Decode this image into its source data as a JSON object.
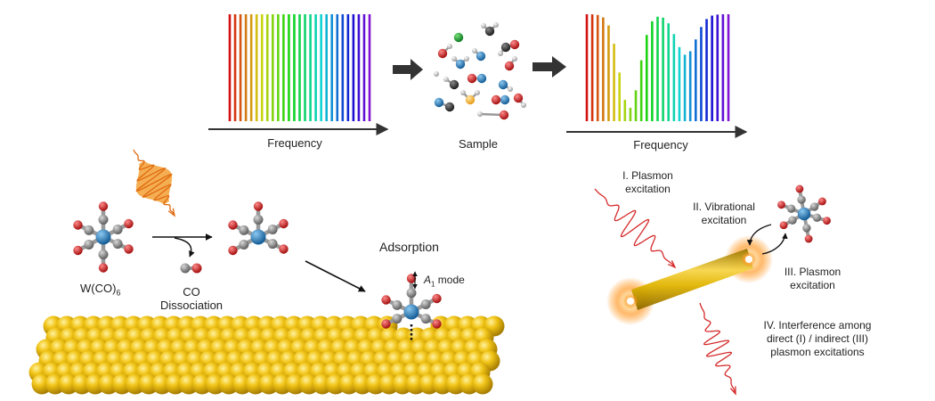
{
  "spectrum_in": {
    "axis_label": "Frequency"
  },
  "sample": {
    "label": "Sample"
  },
  "spectrum_out": {
    "axis_label": "Frequency"
  },
  "molecule": {
    "formula_main": "W(CO)",
    "formula_sub": "6",
    "co_label": "CO",
    "dissociation_label": "Dissociation",
    "adsorption_label": "Adsorption",
    "mode_label_main": "A",
    "mode_label_sub": "1",
    "mode_label_rest": " mode"
  },
  "plasmon": {
    "step1_line1": "I. Plasmon",
    "step1_line2": "excitation",
    "step2_line1": "II. Vibrational",
    "step2_line2": "excitation",
    "step3_line1": "III. Plasmon",
    "step3_line2": "excitation",
    "step4_line1": "IV. Interference among",
    "step4_line2": "direct (I) / indirect (III)",
    "step4_line3": "plasmon excitations"
  },
  "colors": {
    "tungsten": "#1f7fc1",
    "carbon": "#8a8a8a",
    "oxygen": "#d81e1e",
    "gold": "#e7b400",
    "arrow": "#333333"
  }
}
